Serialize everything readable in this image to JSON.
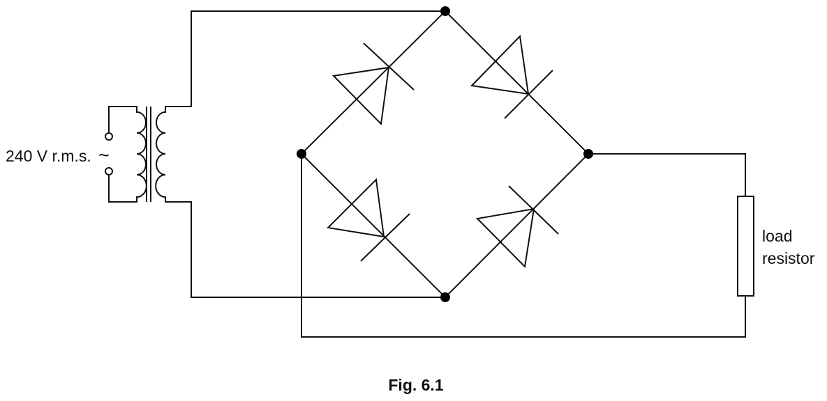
{
  "diagram": {
    "source_label": "240 V r.m.s.",
    "source_symbol": "~",
    "load_label_line1": "load",
    "load_label_line2": "resistor",
    "caption": "Fig. 6.1"
  },
  "components": {
    "transformer": "transformer",
    "diodes": [
      "diode",
      "diode",
      "diode",
      "diode"
    ],
    "resistor": "load resistor",
    "nodes": [
      "junction-top",
      "junction-left",
      "junction-right",
      "junction-bottom"
    ]
  }
}
